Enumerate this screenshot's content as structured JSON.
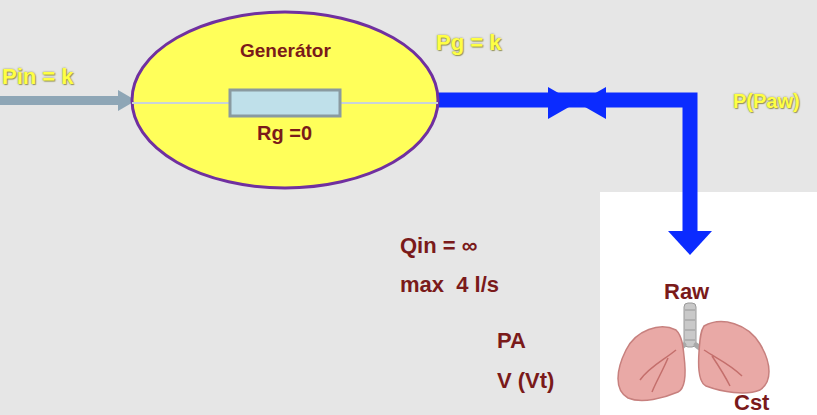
{
  "diagram": {
    "nodes": [
      {
        "text": [
          "Generátor",
          "Rg =0"
        ]
      },
      {
        "text": [
          "Raw",
          "Cst"
        ]
      }
    ],
    "edges": [
      {
        "from": 0,
        "to": 1,
        "arrow": "to"
      }
    ],
    "labels": [
      "Pin = k",
      "Pg = k",
      "P(Paw)",
      "Qin = ∞",
      "max  4 l/s",
      "PA",
      "V (Vt)"
    ]
  }
}
